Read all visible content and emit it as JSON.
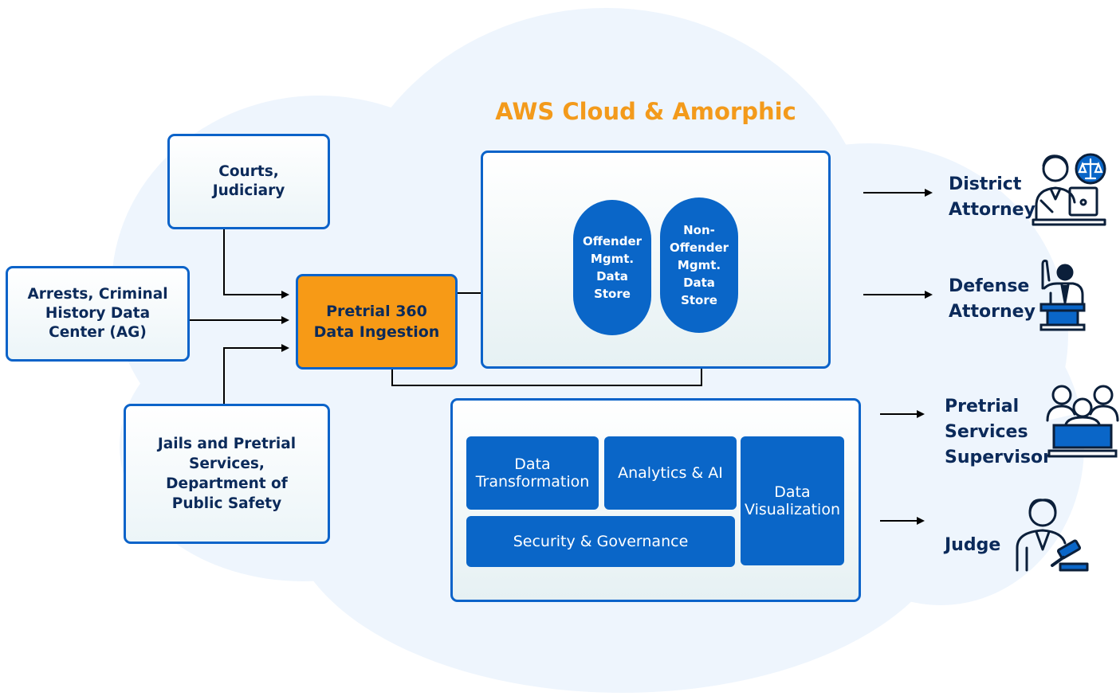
{
  "title": "AWS Cloud & Amorphic",
  "sources": {
    "courts": [
      "Courts,",
      "Judiciary"
    ],
    "arrests": [
      "Arrests, Criminal",
      "History Data",
      "Center (AG)"
    ],
    "jails": [
      "Jails and Pretrial",
      "Services,",
      "Department of",
      "Public Safety"
    ]
  },
  "ingestion": [
    "Pretrial 360",
    "Data Ingestion"
  ],
  "stores": {
    "offender": [
      "Offender",
      "Mgmt.",
      "Data",
      "Store"
    ],
    "non_offender": [
      "Non-",
      "Offender",
      "Mgmt.",
      "Data",
      "Store"
    ]
  },
  "services": {
    "transformation": [
      "Data",
      "Transformation"
    ],
    "analytics": "Analytics & AI",
    "visualization": [
      "Data",
      "Visualization"
    ],
    "security": "Security & Governance"
  },
  "consumers": {
    "district_attorney": [
      "District",
      "Attorney"
    ],
    "defense_attorney": [
      "Defense",
      "Attorney"
    ],
    "pretrial_supervisor": [
      "Pretrial",
      "Services",
      "Supervisor"
    ],
    "judge": [
      "Judge"
    ]
  },
  "colors": {
    "primary_blue": "#0a66c8",
    "accent_orange": "#f79a16",
    "title_orange": "#f39a1b",
    "dark_text": "#0b2a5a",
    "cloud": "#eef5fd"
  },
  "icons": {
    "district_attorney": "lawyer-with-scales-icon",
    "defense_attorney": "speaker-at-podium-icon",
    "pretrial_supervisor": "group-at-desk-icon",
    "judge": "judge-with-gavel-icon"
  }
}
